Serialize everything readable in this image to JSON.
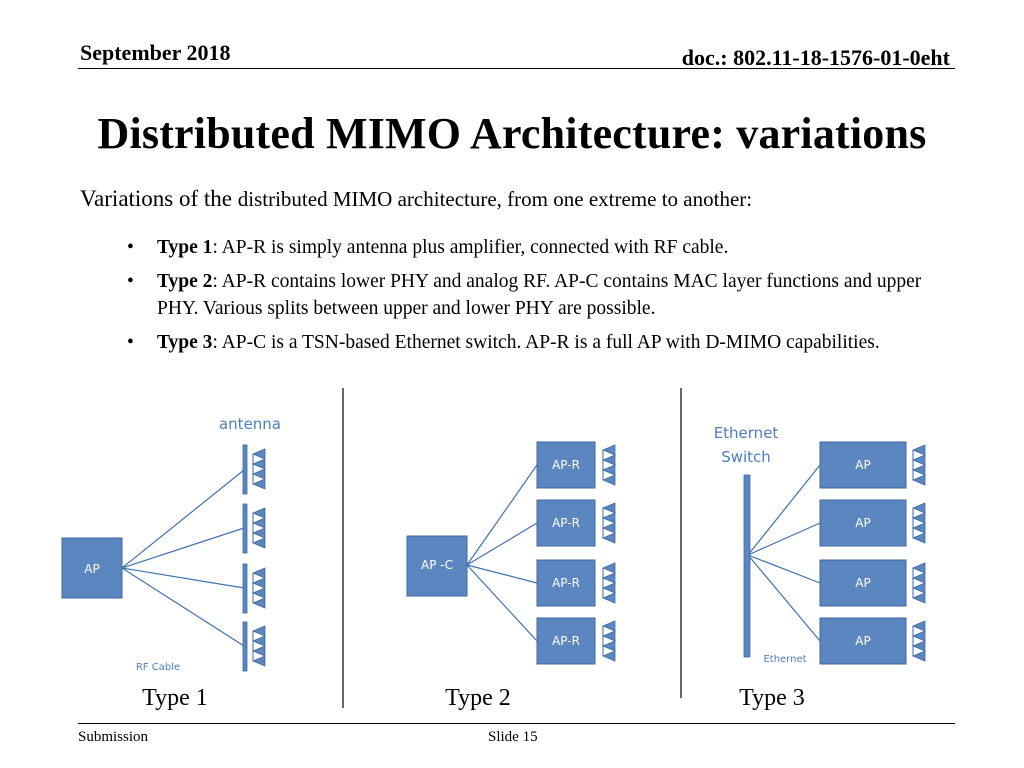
{
  "header": {
    "date": "September 2018",
    "doc": "doc.: 802.11-18-1576-01-0eht"
  },
  "title": "Distributed MIMO Architecture: variations",
  "intro": {
    "lead": "Variations of the ",
    "rest": "distributed MIMO architecture, from one extreme to another:"
  },
  "bullets": [
    {
      "term": "Type 1",
      "text": ": AP-R is simply antenna plus amplifier,  connected with RF cable."
    },
    {
      "term": "Type 2",
      "text": ": AP-R contains lower PHY and analog RF. AP-C contains MAC layer functions and upper PHY. Various splits between upper and lower PHY are possible."
    },
    {
      "term": "Type 3",
      "text": ": AP-C is a TSN-based Ethernet switch. AP-R is a full AP with D-MIMO capabilities."
    }
  ],
  "diagram": {
    "type1": {
      "label": "Type 1",
      "ap": "AP",
      "antenna": "antenna",
      "cable": "RF Cable"
    },
    "type2": {
      "label": "Type 2",
      "apc": "AP -C",
      "apr": [
        "AP-R",
        "AP-R",
        "AP-R",
        "AP-R"
      ]
    },
    "type3": {
      "label": "Type 3",
      "switch_line1": "Ethernet",
      "switch_line2": "Switch",
      "ethernet": "Ethernet",
      "ap": [
        "AP",
        "AP",
        "AP",
        "AP"
      ]
    },
    "colors": {
      "box_fill": "#5b86c0",
      "box_edge": "#3e6aa3",
      "line": "#3f72af",
      "label": "#4a7fc1",
      "box_text": "#ffffff"
    }
  },
  "footer": {
    "left": "Submission",
    "slide": "Slide 15"
  }
}
